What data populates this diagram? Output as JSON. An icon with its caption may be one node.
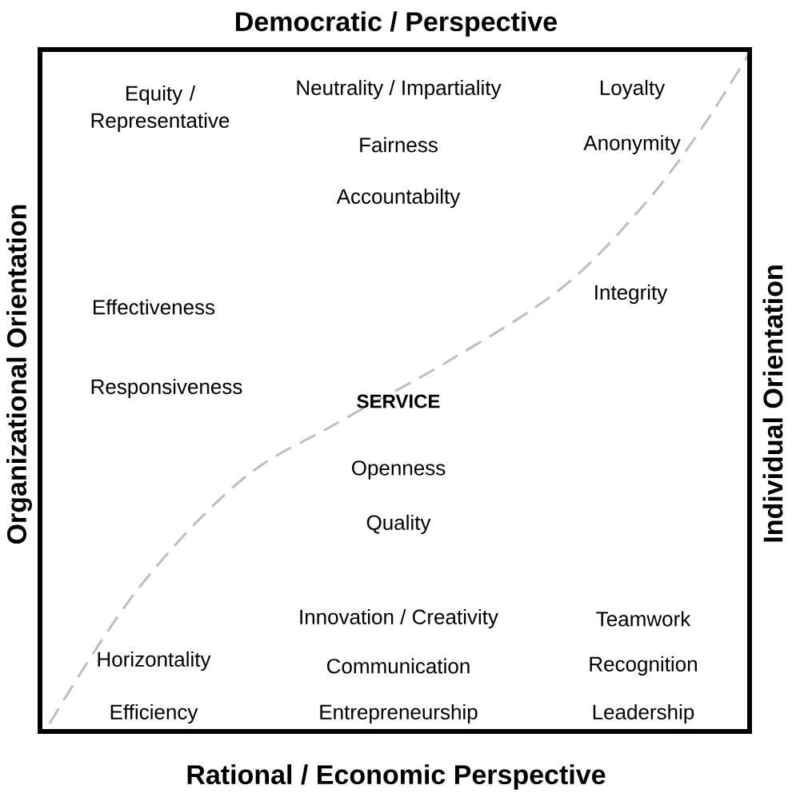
{
  "diagram": {
    "labels": [
      "Democratic / Perspective",
      "Equity / Representative",
      "Neutrality / Impartiality",
      "Loyalty",
      "Fairness",
      "Anonymity",
      "Accountabilty",
      "Organizational Orientation",
      "Individual Orientation",
      "Integrity",
      "Effectiveness",
      "Responsiveness",
      "SERVICE",
      "Openness",
      "Quality",
      "Innovation / Creativity",
      "Teamwork",
      "Horizontality",
      "Communication",
      "Recognition",
      "Efficiency",
      "Entrepreneurship",
      "Leadership",
      "Rational / Economic Perspective"
    ]
  }
}
